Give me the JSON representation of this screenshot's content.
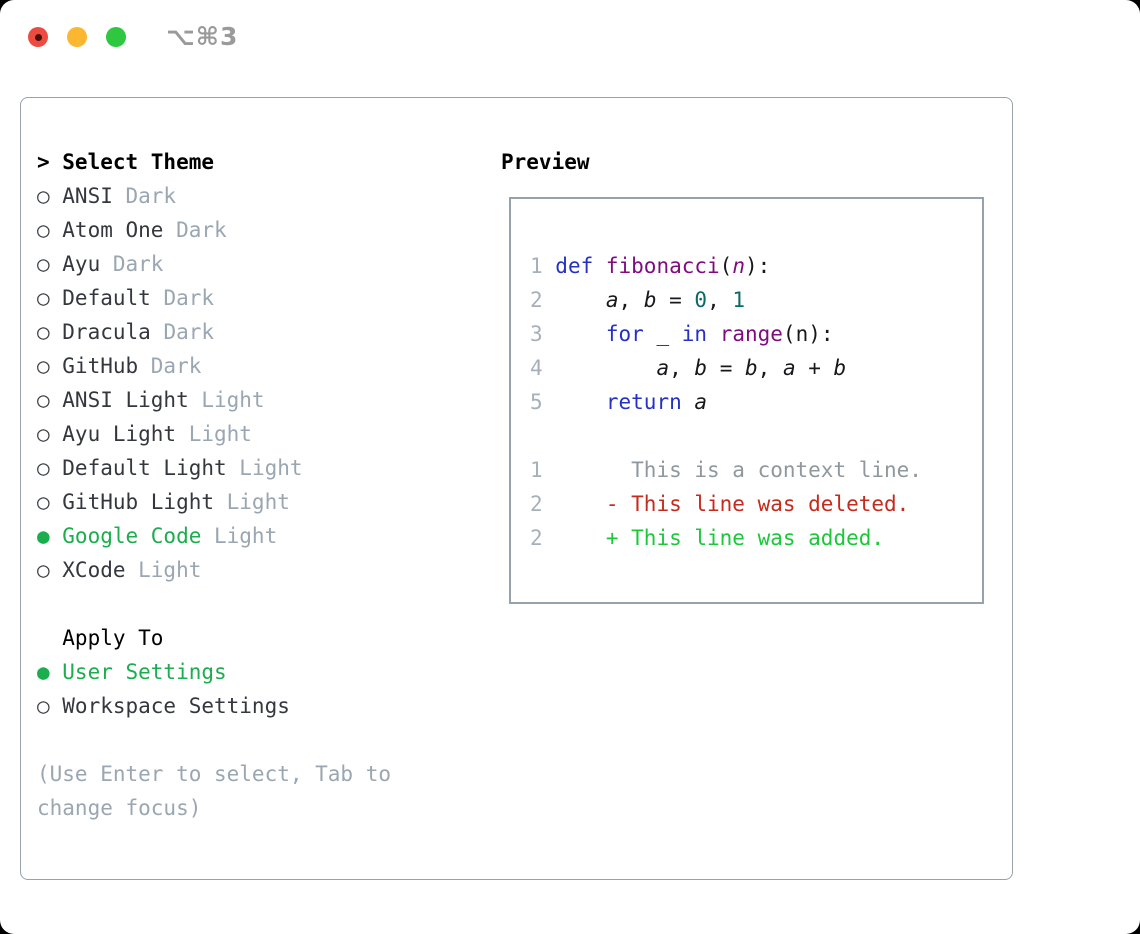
{
  "titlebar": {
    "shortcut": "⌥⌘3"
  },
  "panel": {
    "select_theme": {
      "prompt": ">",
      "title": "Select Theme",
      "items": [
        {
          "name": "ANSI",
          "variant": "Dark",
          "selected": false
        },
        {
          "name": "Atom One",
          "variant": "Dark",
          "selected": false
        },
        {
          "name": "Ayu",
          "variant": "Dark",
          "selected": false
        },
        {
          "name": "Default",
          "variant": "Dark",
          "selected": false
        },
        {
          "name": "Dracula",
          "variant": "Dark",
          "selected": false
        },
        {
          "name": "GitHub",
          "variant": "Dark",
          "selected": false
        },
        {
          "name": "ANSI Light",
          "variant": "Light",
          "selected": false
        },
        {
          "name": "Ayu Light",
          "variant": "Light",
          "selected": false
        },
        {
          "name": "Default Light",
          "variant": "Light",
          "selected": false
        },
        {
          "name": "GitHub Light",
          "variant": "Light",
          "selected": false
        },
        {
          "name": "Google Code",
          "variant": "Light",
          "selected": true
        },
        {
          "name": "XCode",
          "variant": "Light",
          "selected": false
        }
      ]
    },
    "apply_to": {
      "title": "Apply To",
      "options": [
        {
          "label": "User Settings",
          "selected": true
        },
        {
          "label": "Workspace Settings",
          "selected": false
        }
      ]
    },
    "help": "(Use Enter to select, Tab to change focus)"
  },
  "preview": {
    "title": "Preview",
    "lines": [
      {
        "num": "1",
        "tokens": [
          {
            "text": "def ",
            "style": "kw"
          },
          {
            "text": "fibonacci",
            "style": "fn"
          },
          {
            "text": "(",
            "style": "pln"
          },
          {
            "text": "n",
            "style": "param"
          },
          {
            "text": "):",
            "style": "pln"
          }
        ]
      },
      {
        "num": "2",
        "tokens": [
          {
            "text": "    ",
            "style": "pln"
          },
          {
            "text": "a",
            "style": "var"
          },
          {
            "text": ", ",
            "style": "pln"
          },
          {
            "text": "b",
            "style": "var"
          },
          {
            "text": " = ",
            "style": "pln"
          },
          {
            "text": "0",
            "style": "lit"
          },
          {
            "text": ", ",
            "style": "pln"
          },
          {
            "text": "1",
            "style": "lit"
          }
        ]
      },
      {
        "num": "3",
        "tokens": [
          {
            "text": "    ",
            "style": "pln"
          },
          {
            "text": "for",
            "style": "kw"
          },
          {
            "text": " _ ",
            "style": "pln"
          },
          {
            "text": "in",
            "style": "kw"
          },
          {
            "text": " ",
            "style": "pln"
          },
          {
            "text": "range",
            "style": "fn"
          },
          {
            "text": "(n):",
            "style": "pln"
          }
        ]
      },
      {
        "num": "4",
        "tokens": [
          {
            "text": "        ",
            "style": "pln"
          },
          {
            "text": "a",
            "style": "var"
          },
          {
            "text": ", ",
            "style": "pln"
          },
          {
            "text": "b",
            "style": "var"
          },
          {
            "text": " = ",
            "style": "pln"
          },
          {
            "text": "b",
            "style": "var"
          },
          {
            "text": ", ",
            "style": "pln"
          },
          {
            "text": "a",
            "style": "var"
          },
          {
            "text": " + ",
            "style": "pln"
          },
          {
            "text": "b",
            "style": "var"
          }
        ]
      },
      {
        "num": "5",
        "tokens": [
          {
            "text": "    ",
            "style": "pln"
          },
          {
            "text": "return ",
            "style": "kw"
          },
          {
            "text": "a",
            "style": "var"
          }
        ]
      },
      {
        "num": "",
        "tokens": []
      },
      {
        "num": "1",
        "tokens": [
          {
            "text": "      This is a context line.",
            "style": "ctx"
          }
        ]
      },
      {
        "num": "2",
        "tokens": [
          {
            "text": "    - This line was deleted.",
            "style": "del"
          }
        ]
      },
      {
        "num": "2",
        "tokens": [
          {
            "text": "    + This line was added.",
            "style": "add"
          }
        ]
      }
    ]
  },
  "colors": {
    "border": "#98a2ac",
    "heading": "#000000",
    "item_text": "#34383e",
    "marker": "#3a3f45",
    "muted": "#9aa6b1",
    "accent_green": "#1bad4e",
    "keyword": "#2531c4",
    "name": "#7e0c7e",
    "literal": "#0a6a66",
    "plain": "#17181b",
    "context": "#8f989f",
    "deleted": "#c62a1c",
    "added": "#1cc73a",
    "line_number": "#a6b0ba",
    "shortcut": "#9a9a9a",
    "light_red": "#ee4b40",
    "light_red_dot": "#471008",
    "light_yellow": "#fbb730",
    "light_green": "#2dc83f"
  }
}
